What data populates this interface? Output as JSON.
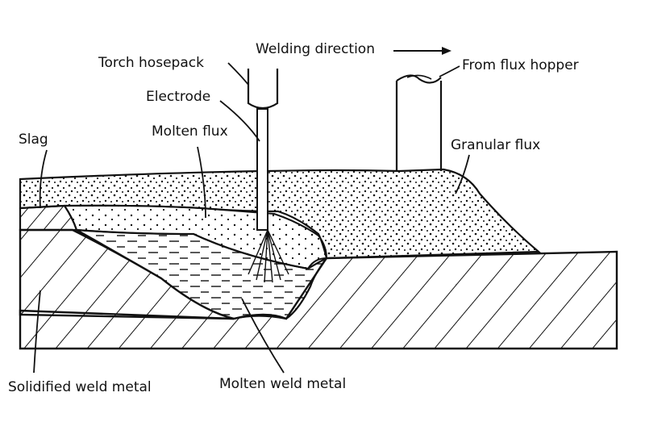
{
  "figure": {
    "labels": {
      "welding_direction": "Welding direction",
      "torch_hosepack": "Torch hosepack",
      "from_flux_hopper": "From flux hopper",
      "electrode": "Electrode",
      "molten_flux": "Molten flux",
      "slag": "Slag",
      "granular_flux": "Granular flux",
      "solidified_weld_metal": "Solidified weld metal",
      "molten_weld_metal": "Molten weld metal"
    },
    "colors": {
      "ink": "#111111",
      "paper": "#ffffff"
    },
    "icons": {
      "direction": "arrow-right-icon"
    }
  }
}
